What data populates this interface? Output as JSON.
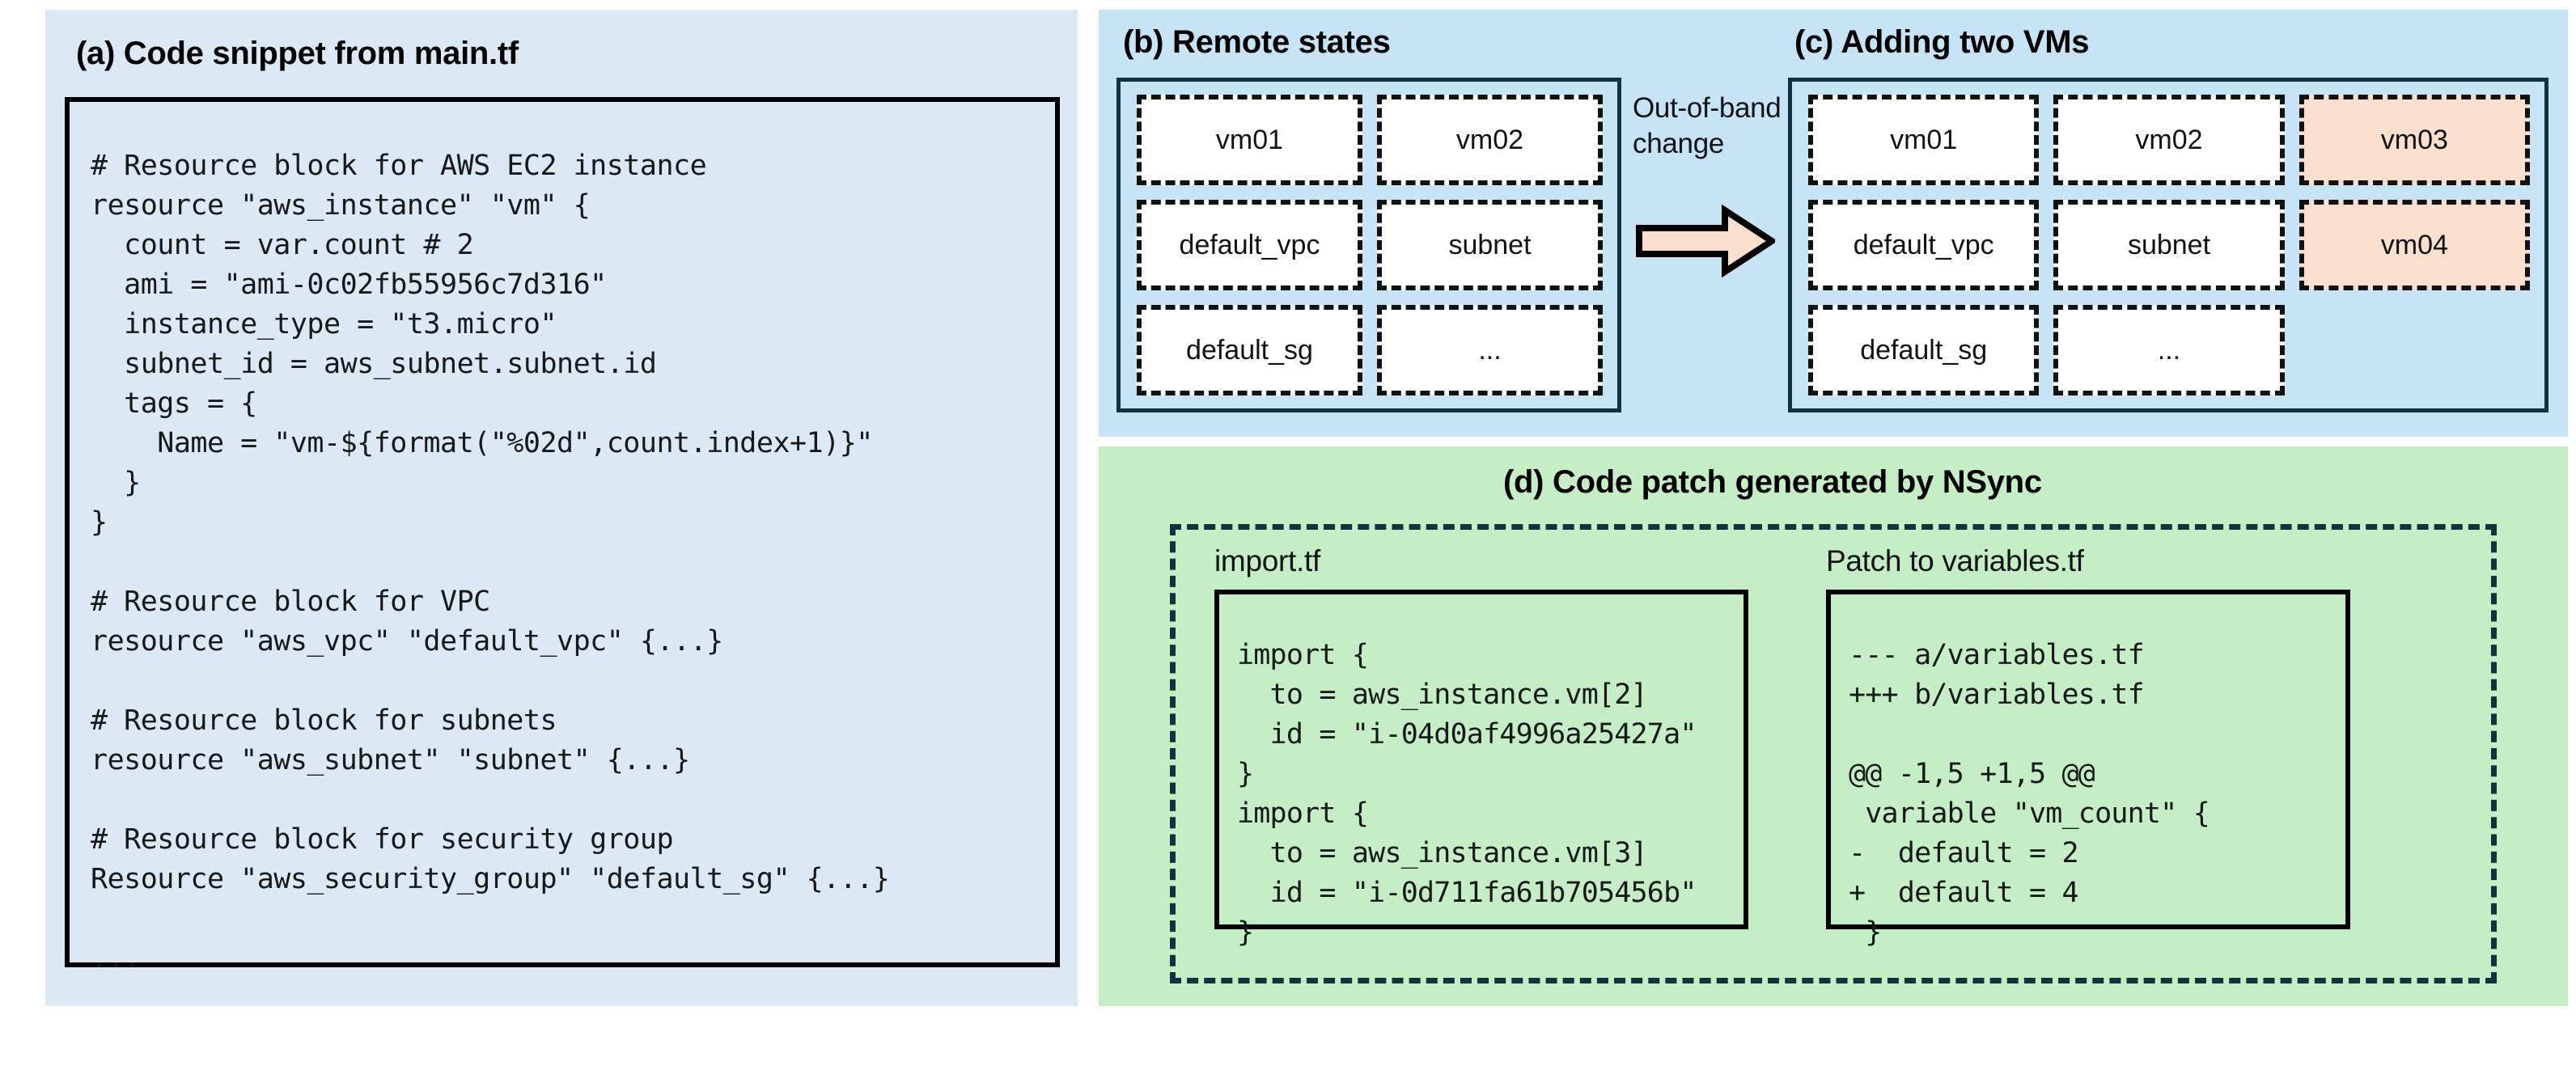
{
  "figure": {
    "colors": {
      "panel_a_bg": "#dde8f5",
      "panel_bc_bg": "#c7e4f7",
      "panel_d_bg": "#c6eec6",
      "added_resource_fill": "#fbdfcd",
      "box_border_dark": "#12323f",
      "code_border": "#000000",
      "arrow_fill": "#fbdfcd"
    }
  },
  "panel_a": {
    "title": "(a) Code snippet from main.tf",
    "code": "# Resource block for AWS EC2 instance\nresource \"aws_instance\" \"vm\" {\n  count = var.count # 2\n  ami = \"ami-0c02fb55956c7d316\"\n  instance_type = \"t3.micro\"\n  subnet_id = aws_subnet.subnet.id\n  tags = {\n    Name = \"vm-${format(\"%02d\",count.index+1)}\"\n  }\n}\n\n# Resource block for VPC\nresource \"aws_vpc\" \"default_vpc\" {...}\n\n# Resource block for subnets\nresource \"aws_subnet\" \"subnet\" {...}\n\n# Resource block for security group\nResource \"aws_security_group\" \"default_sg\" {...}\n\n..."
  },
  "panel_b": {
    "title": "(b) Remote states",
    "resources": [
      {
        "label": "vm01",
        "state": "existing"
      },
      {
        "label": "vm02",
        "state": "existing"
      },
      {
        "label": "default_vpc",
        "state": "existing"
      },
      {
        "label": "subnet",
        "state": "existing"
      },
      {
        "label": "default_sg",
        "state": "existing"
      },
      {
        "label": "...",
        "state": "existing"
      }
    ]
  },
  "transition": {
    "label": "Out-of-band\nchange",
    "arrow_direction": "right"
  },
  "panel_c": {
    "title": "(c) Adding two VMs",
    "resources": [
      {
        "label": "vm01",
        "state": "existing"
      },
      {
        "label": "vm02",
        "state": "existing"
      },
      {
        "label": "vm03",
        "state": "added"
      },
      {
        "label": "default_vpc",
        "state": "existing"
      },
      {
        "label": "subnet",
        "state": "existing"
      },
      {
        "label": "vm04",
        "state": "added"
      },
      {
        "label": "default_sg",
        "state": "existing"
      },
      {
        "label": "...",
        "state": "existing"
      },
      {
        "label": "",
        "state": "empty"
      }
    ]
  },
  "panel_d": {
    "title": "(d) Code patch generated by NSync",
    "import_file": {
      "title": "import.tf",
      "code": "import {\n  to = aws_instance.vm[2]\n  id = \"i-04d0af4996a25427a\"\n}\nimport {\n  to = aws_instance.vm[3]\n  id = \"i-0d711fa61b705456b\"\n}"
    },
    "patch_file": {
      "title": "Patch to variables.tf",
      "code": "--- a/variables.tf\n+++ b/variables.tf\n\n@@ -1,5 +1,5 @@\n variable \"vm_count\" {\n-  default = 2\n+  default = 4\n }"
    }
  }
}
